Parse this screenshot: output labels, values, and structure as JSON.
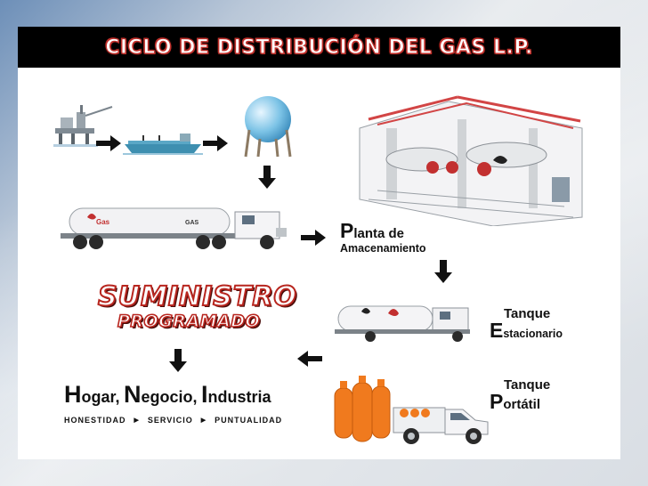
{
  "title": "CICLO DE DISTRIBUCIÓN DEL GAS L.P.",
  "stages": {
    "planta": {
      "cap": "P",
      "line1": "lanta de",
      "line2": "Amacenamiento"
    },
    "estacionario": {
      "cap": "E",
      "line1": "Tanque",
      "line2": "stacionario"
    },
    "portatil": {
      "cap": "P",
      "line1": "Tanque",
      "line2": "ortátil"
    }
  },
  "suministro": {
    "line1": "SUMINISTRO",
    "line2": "PROGRAMADO"
  },
  "destinos": {
    "h_cap": "H",
    "h_rest": "ogar,",
    "n_cap": "N",
    "n_rest": "egocio,",
    "i_cap": "I",
    "i_rest": "ndustria"
  },
  "motto": [
    "HONESTIDAD",
    "SERVICIO",
    "PUNTUALIDAD"
  ],
  "truck_text": {
    "brand": "Gas",
    "logo": "GAS"
  },
  "colors": {
    "title_stroke": "#c0302b",
    "accent_red": "#b8261f",
    "cylinder_orange": "#f07a1e",
    "arrow": "#111111"
  }
}
